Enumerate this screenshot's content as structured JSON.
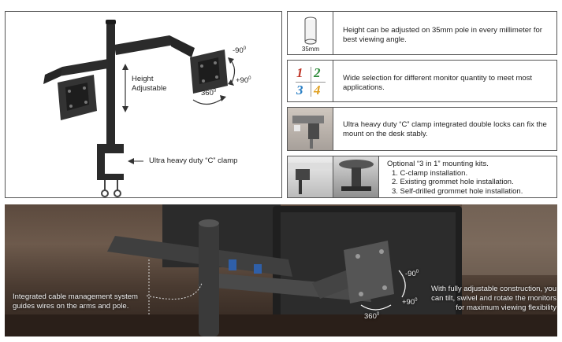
{
  "main_product": {
    "callouts": {
      "height": "Height\nAdjustable",
      "clamp": "Ultra heavy duty “C” clamp",
      "tilt_up": "-90",
      "tilt_down": "+90",
      "degree_mark": "0",
      "swivel": "360"
    }
  },
  "features": [
    {
      "icon": "pole-cylinder-icon",
      "icon_label": "35mm",
      "text": "Height can be adjusted on 35mm pole in every millimeter for best viewing angle."
    },
    {
      "icon": "monitor-quantity-icon",
      "numbers": [
        "1",
        "2",
        "3",
        "4"
      ],
      "number_colors": [
        "#c0392b",
        "#2e8b3a",
        "#2a7fc4",
        "#e0a020"
      ],
      "text": "Wide selection for different monitor quantity to meet most applications."
    },
    {
      "icon": "c-clamp-photo-icon",
      "text": "Ultra heavy duty “C” clamp integrated double locks can fix the mount on the desk stably."
    },
    {
      "icon": "grommet-photo-icon",
      "title": "Optional “3 in 1” mounting kits.",
      "items": [
        "1. C-clamp installation.",
        "2. Existing grommet hole installation.",
        "3. Self-drilled grommet hole installation."
      ]
    }
  ],
  "photo": {
    "left_caption": "Integrated cable management system guides wires on the arms and pole.",
    "right_caption": "With fully adjustable construction, you can tilt, swivel and rotate the monitors for maximum viewing flexibility",
    "tilt_up": "-90",
    "tilt_down": "+90",
    "degree_mark": "0",
    "swivel": "360"
  }
}
